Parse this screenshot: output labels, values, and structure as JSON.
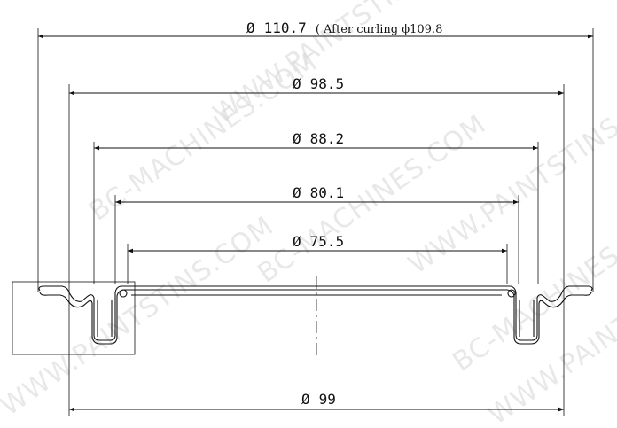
{
  "watermark": {
    "text_a": "BC-MACHINES.COM",
    "text_b": "WWW.PAINTSTINS.COM"
  },
  "dimensions": [
    {
      "id": "d110",
      "symbol": "Ø",
      "value": "110.7",
      "note": "( After curling ϕ109.8"
    },
    {
      "id": "d985",
      "symbol": "Ø",
      "value": "98.5"
    },
    {
      "id": "d882",
      "symbol": "Ø",
      "value": "88.2"
    },
    {
      "id": "d801",
      "symbol": "Ø",
      "value": "80.1"
    },
    {
      "id": "d755",
      "symbol": "Ø",
      "value": "75.5"
    },
    {
      "id": "d99",
      "symbol": "Ø",
      "value": "99"
    }
  ],
  "colors": {
    "line": "#111111",
    "watermark": "#d7d7d7",
    "background": "#ffffff"
  }
}
